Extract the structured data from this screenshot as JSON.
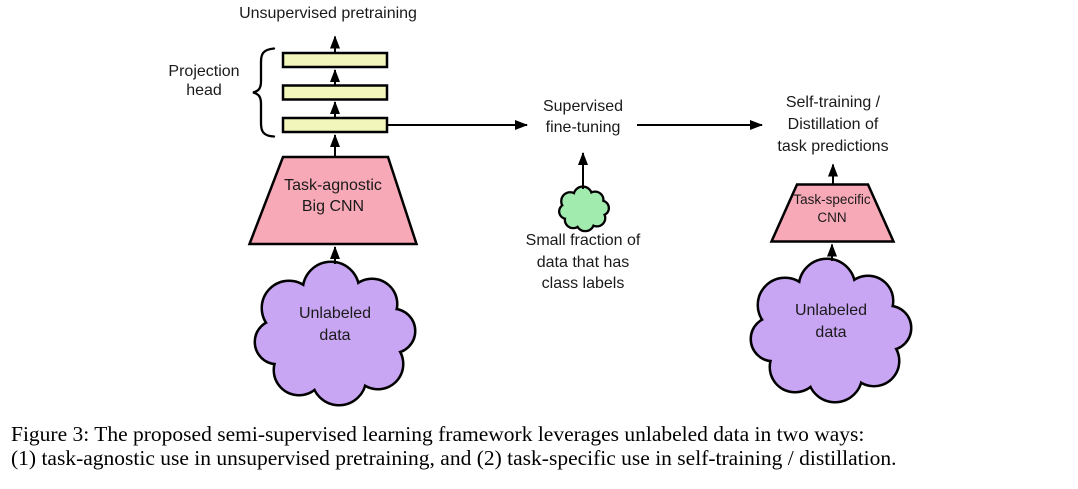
{
  "colors": {
    "background": "#ffffff",
    "layer_yellow": "#f3f6bb",
    "cnn_pink": "#f8a9b7",
    "cloud_purple": "#c9a6f3",
    "cloud_green": "#a2ebaf",
    "outline": "#000000",
    "text": "#1a1a1a"
  },
  "pretraining": {
    "title": "Unsupervised pretraining",
    "projection_head_label": {
      "line1": "Projection",
      "line2": "head"
    },
    "cnn_label": {
      "line1": "Task-agnostic",
      "line2": "Big CNN"
    },
    "cloud_label": {
      "line1": "Unlabeled",
      "line2": "data"
    }
  },
  "fine_tuning": {
    "title": {
      "line1": "Supervised",
      "line2": "fine-tuning"
    },
    "data_label": {
      "line1": "Small fraction of",
      "line2": "data that has",
      "line3": "class labels"
    }
  },
  "self_training": {
    "title": {
      "line1": "Self-training /",
      "line2": "Distillation of",
      "line3": "task predictions"
    },
    "cnn_label": {
      "line1": "Task-specific",
      "line2": "CNN"
    },
    "cloud_label": {
      "line1": "Unlabeled",
      "line2": "data"
    }
  },
  "caption": {
    "line1": "Figure 3: The proposed semi-supervised learning framework leverages unlabeled data in two ways:",
    "line2": "(1) task-agnostic use in unsupervised pretraining, and (2) task-specific use in self-training / distillation."
  }
}
